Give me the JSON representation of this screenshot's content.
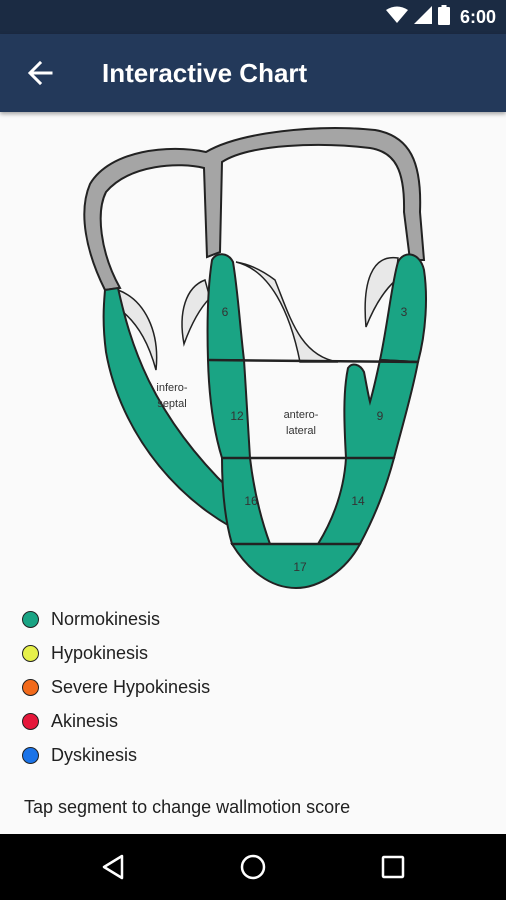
{
  "status_bar": {
    "time": "6:00",
    "icons": [
      "wifi-icon",
      "cell-signal-icon",
      "battery-icon"
    ]
  },
  "app_bar": {
    "title": "Interactive Chart",
    "back_icon": "arrow-back-icon"
  },
  "chart": {
    "segments": [
      {
        "id": "3",
        "label": "3",
        "score": "Normokinesis"
      },
      {
        "id": "6",
        "label": "6",
        "score": "Normokinesis"
      },
      {
        "id": "9",
        "label": "9",
        "score": "Normokinesis"
      },
      {
        "id": "12",
        "label": "12",
        "score": "Normokinesis"
      },
      {
        "id": "14",
        "label": "14",
        "score": "Normokinesis"
      },
      {
        "id": "16",
        "label": "16",
        "score": "Normokinesis"
      },
      {
        "id": "17",
        "label": "17",
        "score": "Normokinesis"
      }
    ],
    "regions": {
      "inferoseptal_line1": "infero-",
      "inferoseptal_line2": "septal",
      "anterolateral_line1": "antero-",
      "anterolateral_line2": "lateral"
    }
  },
  "legend": [
    {
      "label": "Normokinesis",
      "color": "#1aa484"
    },
    {
      "label": "Hypokinesis",
      "color": "#e6f04a"
    },
    {
      "label": "Severe Hypokinesis",
      "color": "#f26a1b"
    },
    {
      "label": "Akinesis",
      "color": "#e5173a"
    },
    {
      "label": "Dyskinesis",
      "color": "#1a73e8"
    }
  ],
  "hint": "Tap segment to change wallmotion score",
  "colors": {
    "status_bar": "#1b2b43",
    "app_bar": "#23395a",
    "wall_gray": "#a5a5a5",
    "valve_fill": "#e8e8e8",
    "segment_normal": "#1aa484"
  },
  "nav_bar": {
    "icons": [
      "back-triangle-icon",
      "home-circle-icon",
      "recents-square-icon"
    ]
  }
}
